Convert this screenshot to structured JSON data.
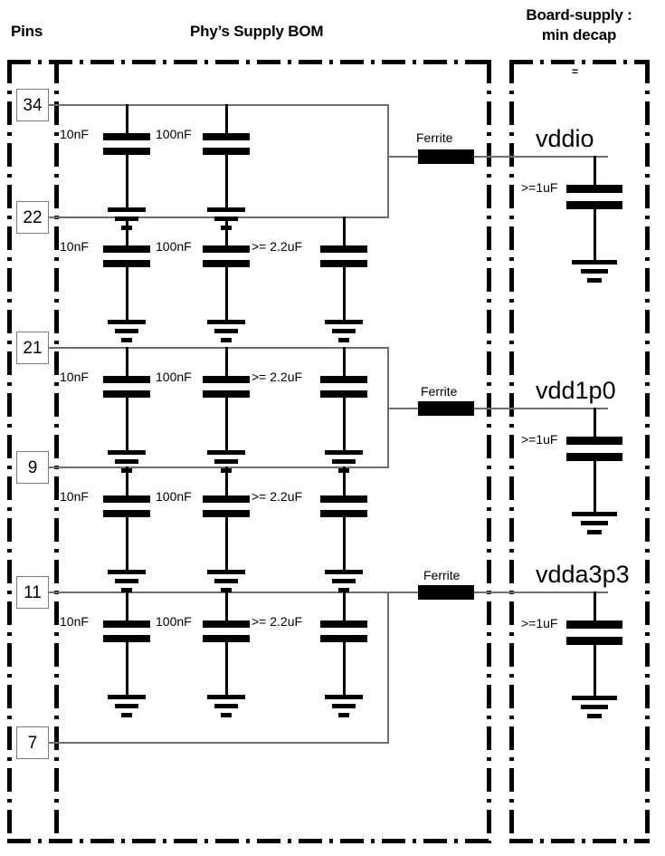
{
  "headers": {
    "pins": "Pins",
    "bom": "Phy’s Supply BOM",
    "board_line1": "Board-supply :",
    "board_line2": "min decap",
    "equals_mark": "="
  },
  "pin_rows": [
    {
      "pin": "34",
      "caps": [
        "10nF",
        "100nF"
      ]
    },
    {
      "pin": "22",
      "caps": [
        "10nF",
        "100nF",
        ">= 2.2uF"
      ]
    },
    {
      "pin": "21",
      "caps": [
        "10nF",
        "100nF",
        ">= 2.2uF"
      ]
    },
    {
      "pin": "9",
      "caps": [
        "10nF",
        "100nF",
        ">= 2.2uF"
      ]
    },
    {
      "pin": "11",
      "caps": [
        "10nF",
        "100nF",
        ">= 2.2uF"
      ]
    },
    {
      "pin": "7",
      "caps": []
    }
  ],
  "supplies": [
    {
      "name": "vddio",
      "ferrite": "Ferrite",
      "decap": ">=1uF"
    },
    {
      "name": "vdd1p0",
      "ferrite": "Ferrite",
      "decap": ">=1uF"
    },
    {
      "name": "vdda3p3",
      "ferrite": "Ferrite",
      "decap": ">=1uF"
    }
  ],
  "colors": {
    "wire": "#6e6e6e",
    "ink": "#000000",
    "pin_border": "#7a7a7a",
    "background": "#ffffff"
  }
}
